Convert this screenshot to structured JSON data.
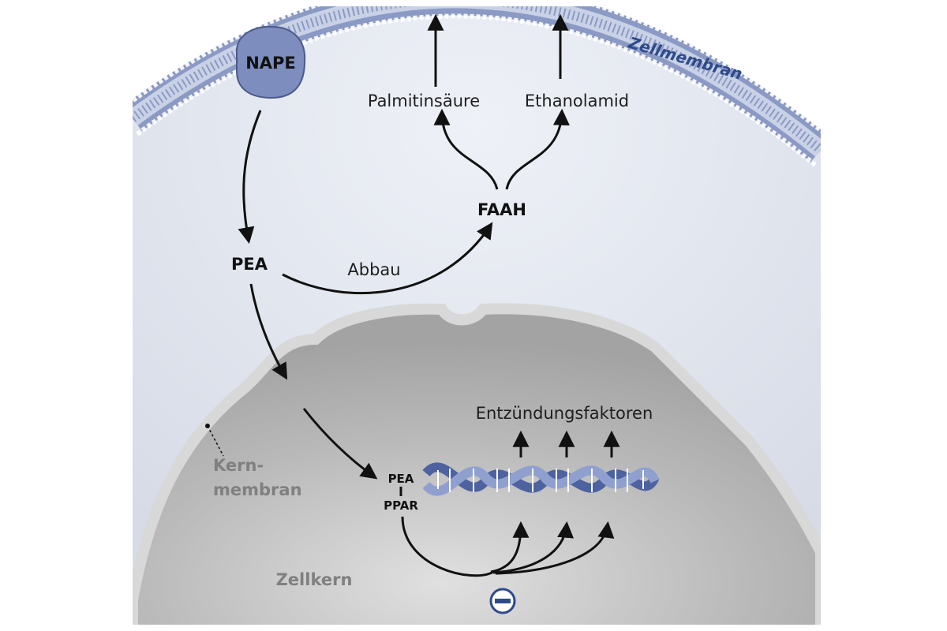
{
  "labels": {
    "nape": "NAPE",
    "cell_membrane": "Zellmembran",
    "palmitic_acid": "Palmitinsäure",
    "ethanolamide": "Ethanolamid",
    "faah": "FAAH",
    "pea": "PEA",
    "degradation": "Abbau",
    "inflammation_factors": "Entzündungsfaktoren",
    "complex_pea": "PEA",
    "complex_ppar": "PPAR",
    "nuclear_membrane_line1": "Kern-",
    "nuclear_membrane_line2": "membran",
    "nucleus": "Zellkern",
    "inhibition_symbol": "−"
  },
  "colors": {
    "cytoplasm": "#e3e7ef",
    "membrane": "#8b9ac4",
    "membrane_label": "#2d4a8a",
    "nucleus": "#b0b0b0",
    "nuclear_rim": "#d8d8d8",
    "dna": "#5b6fa6",
    "arrow": "#111111",
    "inhibition": "#2d4a8a"
  }
}
